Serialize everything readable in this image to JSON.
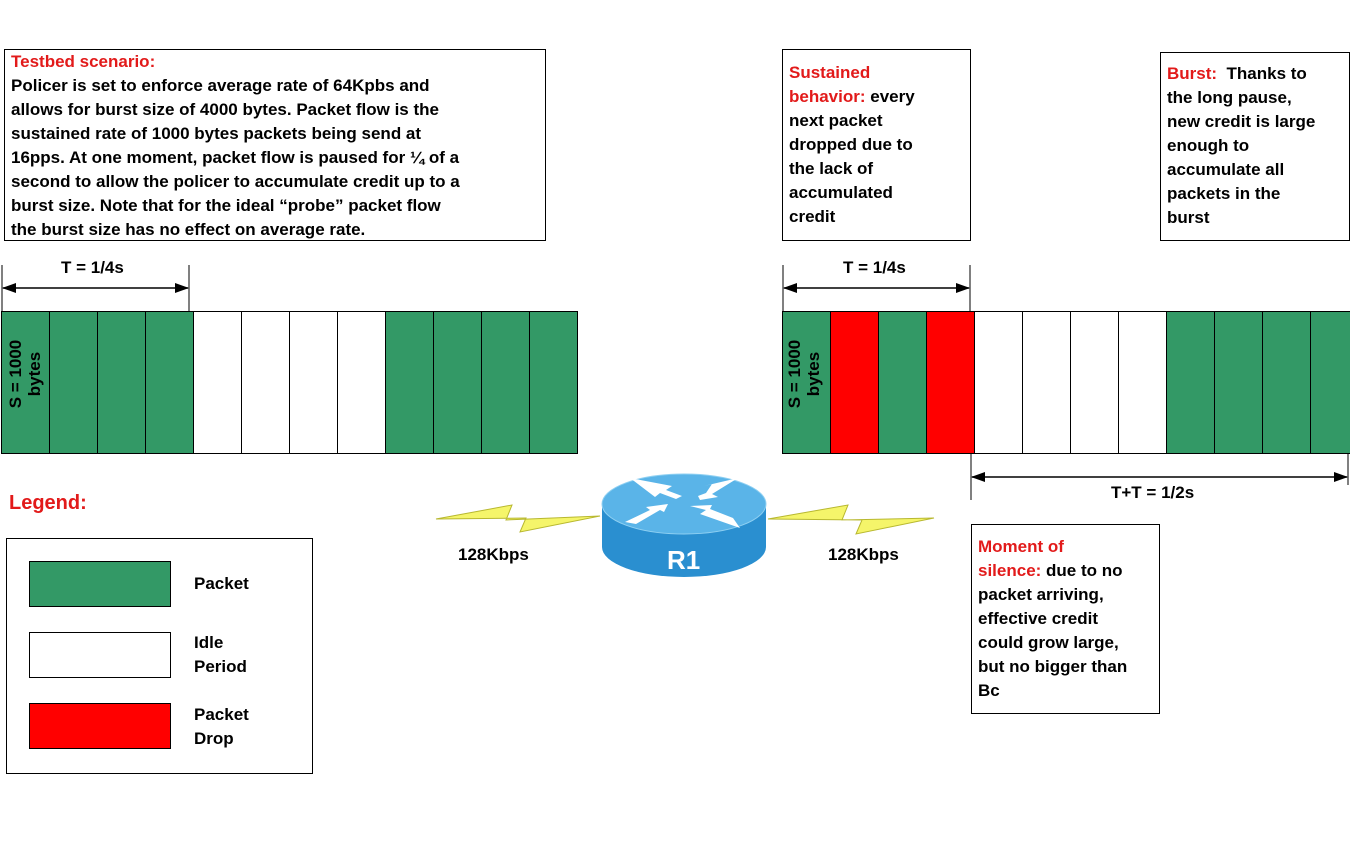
{
  "colors": {
    "packet": "#339966",
    "idle": "#ffffff",
    "drop": "#ff0000",
    "accent_text": "#e21a1a",
    "router_top": "#5ab4e8",
    "router_side": "#2a8fd0",
    "link": "#f5f56a"
  },
  "testbed": {
    "title": "Testbed scenario:",
    "lines": [
      "Policer is set to enforce average rate of 64Kpbs and",
      "allows for burst size of 4000 bytes. Packet flow is the",
      "sustained rate of 1000 bytes packets being send at",
      "16pps. At one moment, packet flow is paused for ¼ of a",
      "second to allow the policer to accumulate credit up to a",
      "burst size. Note that for the ideal “probe” packet flow",
      "the burst size has no effect on average rate."
    ]
  },
  "sustained": {
    "title_line1": "Sustained",
    "title_line2": "behavior:",
    "after_title": " every",
    "lines": [
      "next packet",
      "dropped due to",
      "the lack of",
      "accumulated",
      "credit"
    ]
  },
  "burst": {
    "title": "Burst:",
    "after_title": "  Thanks to",
    "lines": [
      "the long pause,",
      "new credit is large",
      "enough to",
      "accumulate all",
      "packets in the",
      "burst"
    ]
  },
  "silence": {
    "title_line1": "Moment of",
    "title_line2": "silence:",
    "after_title": " due to no",
    "lines": [
      "packet arriving,",
      "effective credit",
      "could grow large,",
      "but no bigger than",
      "Bc"
    ]
  },
  "left_timeline": {
    "period_label": "T = 1/4s",
    "size_label_line1": "S = 1000",
    "size_label_line2": "bytes",
    "cells": [
      "packet",
      "packet",
      "packet",
      "packet",
      "idle",
      "idle",
      "idle",
      "idle",
      "packet",
      "packet",
      "packet",
      "packet"
    ]
  },
  "right_timeline": {
    "period_label": "T = 1/4s",
    "size_label_line1": "S = 1000",
    "size_label_line2": "bytes",
    "cells": [
      "packet",
      "drop",
      "packet",
      "drop",
      "idle",
      "idle",
      "idle",
      "idle",
      "packet",
      "packet",
      "packet",
      "packet"
    ],
    "span_label": "T+T = 1/2s"
  },
  "router": {
    "name": "R1",
    "left_link": "128Kbps",
    "right_link": "128Kbps"
  },
  "legend": {
    "title": "Legend:",
    "items": [
      {
        "kind": "packet",
        "line1": "Packet",
        "line2": ""
      },
      {
        "kind": "idle",
        "line1": "Idle",
        "line2": "Period"
      },
      {
        "kind": "drop",
        "line1": "Packet",
        "line2": "Drop"
      }
    ]
  }
}
